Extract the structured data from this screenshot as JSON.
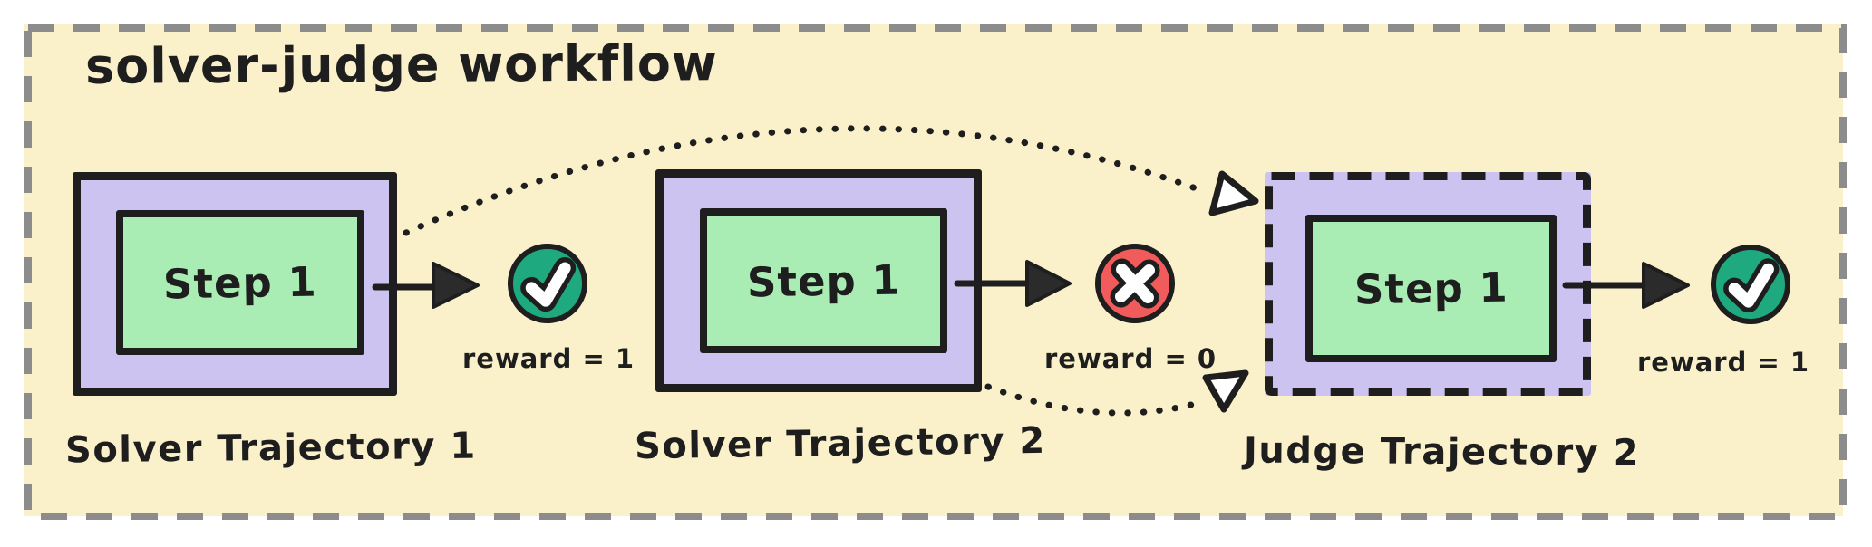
{
  "diagram": {
    "title": "solver-judge workflow",
    "colors": {
      "canvas_bg": "#ffffff",
      "panel_bg": "#faf1cb",
      "panel_border_gray": "#8c8c8c",
      "box_purple": "#cdc3f1",
      "step_green": "#a9edb5",
      "ink": "#1e1e1e",
      "success_teal": "#1fa97e",
      "fail_red": "#f15b5b"
    },
    "trajectories": [
      {
        "label": "Solver Trajectory 1",
        "step": "Step 1",
        "reward": "reward = 1",
        "outcome": "success",
        "outcome_icon": "check-icon",
        "border_style": "solid"
      },
      {
        "label": "Solver Trajectory 2",
        "step": "Step 1",
        "reward": "reward = 0",
        "outcome": "failure",
        "outcome_icon": "cross-icon",
        "border_style": "solid"
      },
      {
        "label": "Judge Trajectory 2",
        "step": "Step 1",
        "reward": "reward = 1",
        "outcome": "success",
        "outcome_icon": "check-icon",
        "border_style": "dashed"
      }
    ]
  }
}
